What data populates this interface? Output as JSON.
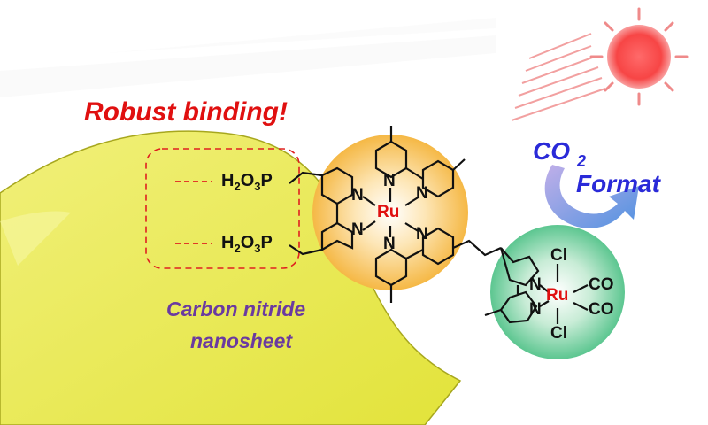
{
  "title": "Robust binding!",
  "sheet_label_line1": "Carbon nitride",
  "sheet_label_line2": "nanosheet",
  "reactant": "CO",
  "reactant_subscript": "2",
  "product": "Format",
  "anchors": [
    {
      "main": "H",
      "sub1": "2",
      "mid": "O",
      "sub2": "3",
      "end": "P"
    },
    {
      "main": "H",
      "sub1": "2",
      "mid": "O",
      "sub2": "3",
      "end": "P"
    }
  ],
  "metal_center": "Ru",
  "catalyst_center": "Ru",
  "nitrogen": "N",
  "chloride": "Cl",
  "carbonyl": "CO",
  "colors": {
    "title": "#e01010",
    "sheet": "#e8e84a",
    "sheet_label": "#6a3aa0",
    "co2_text": "#2a2ad8",
    "ru": "#e01010",
    "photosensitizer_glow": "#f5b845",
    "catalyst_glow": "#5cc690",
    "sun": "#f03838"
  },
  "icons": [
    "sun-icon",
    "light-rays",
    "conversion-arrow"
  ]
}
